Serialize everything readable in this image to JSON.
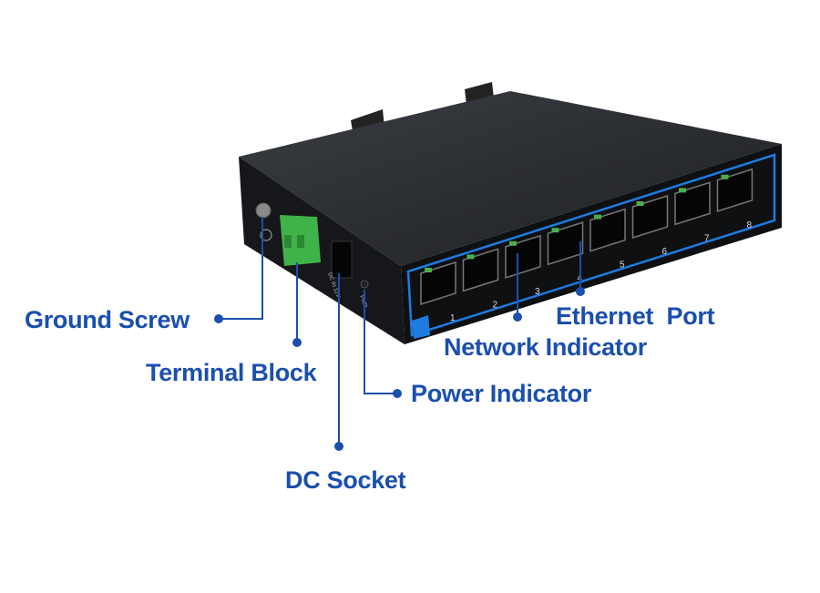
{
  "device": {
    "port_numbers": [
      "1",
      "2",
      "3",
      "4",
      "5",
      "6",
      "7",
      "8"
    ],
    "side_text": {
      "dc": "DC IN 12V",
      "pwr": "PWR"
    },
    "accent_color": "#1e7be0",
    "label_color": "#1a4fae"
  },
  "callouts": {
    "ground_screw": "Ground Screw",
    "terminal_block": "Terminal Block",
    "dc_socket": "DC Socket",
    "power_indicator": "Power Indicator",
    "network_indicator": "Network Indicator",
    "ethernet_port": "Ethernet  Port"
  }
}
